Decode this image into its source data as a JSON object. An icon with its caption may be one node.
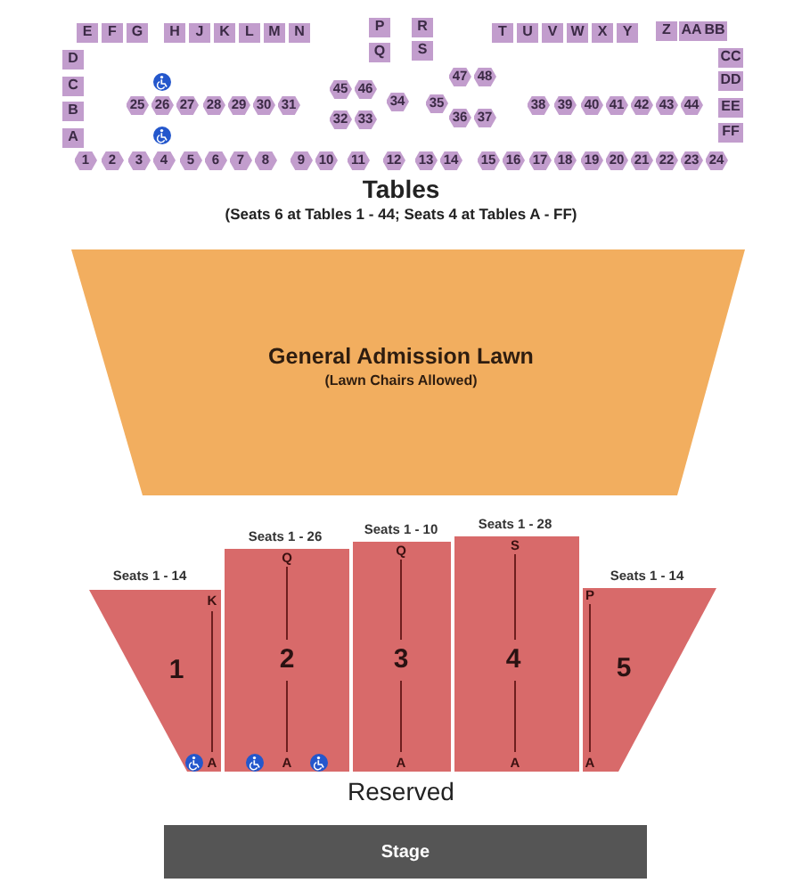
{
  "diagram": {
    "nodes": [
      {
        "text": [
          "E"
        ]
      },
      {
        "text": [
          "F"
        ]
      },
      {
        "text": [
          "G"
        ]
      },
      {
        "text": [
          "H"
        ]
      },
      {
        "text": [
          "J"
        ]
      },
      {
        "text": [
          "K"
        ]
      },
      {
        "text": [
          "L"
        ]
      },
      {
        "text": [
          "M"
        ]
      },
      {
        "text": [
          "N"
        ]
      },
      {
        "text": [
          "P"
        ]
      },
      {
        "text": [
          "R"
        ]
      },
      {
        "text": [
          "T"
        ]
      },
      {
        "text": [
          "U"
        ]
      },
      {
        "text": [
          "V"
        ]
      },
      {
        "text": [
          "W"
        ]
      },
      {
        "text": [
          "X"
        ]
      },
      {
        "text": [
          "Y"
        ]
      },
      {
        "text": [
          "Z"
        ]
      },
      {
        "text": [
          "AA"
        ]
      },
      {
        "text": [
          "BB"
        ]
      },
      {
        "text": [
          "D"
        ]
      },
      {
        "text": [
          "Q"
        ]
      },
      {
        "text": [
          "S"
        ]
      },
      {
        "text": [
          "CC"
        ]
      },
      {
        "text": [
          "C"
        ]
      },
      {
        "text": [
          "45"
        ]
      },
      {
        "text": [
          "46"
        ]
      },
      {
        "text": [
          "47"
        ]
      },
      {
        "text": [
          "48"
        ]
      },
      {
        "text": [
          "DD"
        ]
      },
      {
        "text": [
          "B"
        ]
      },
      {
        "text": [
          "25"
        ]
      },
      {
        "text": [
          "26"
        ]
      },
      {
        "text": [
          "27"
        ]
      },
      {
        "text": [
          "28"
        ]
      },
      {
        "text": [
          "29"
        ]
      },
      {
        "text": [
          "30"
        ]
      },
      {
        "text": [
          "31"
        ]
      },
      {
        "text": [
          "32"
        ]
      },
      {
        "text": [
          "33"
        ]
      },
      {
        "text": [
          "34"
        ]
      },
      {
        "text": [
          "35"
        ]
      },
      {
        "text": [
          "36"
        ]
      },
      {
        "text": [
          "37"
        ]
      },
      {
        "text": [
          "38"
        ]
      },
      {
        "text": [
          "39"
        ]
      },
      {
        "text": [
          "40"
        ]
      },
      {
        "text": [
          "41"
        ]
      },
      {
        "text": [
          "42"
        ]
      },
      {
        "text": [
          "43"
        ]
      },
      {
        "text": [
          "44"
        ]
      },
      {
        "text": [
          "EE"
        ]
      },
      {
        "text": [
          "A"
        ]
      },
      {
        "text": [
          "FF"
        ]
      },
      {
        "text": [
          "1"
        ]
      },
      {
        "text": [
          "2"
        ]
      },
      {
        "text": [
          "3"
        ]
      },
      {
        "text": [
          "4"
        ]
      },
      {
        "text": [
          "5"
        ]
      },
      {
        "text": [
          "6"
        ]
      },
      {
        "text": [
          "7"
        ]
      },
      {
        "text": [
          "8"
        ]
      },
      {
        "text": [
          "9"
        ]
      },
      {
        "text": [
          "10"
        ]
      },
      {
        "text": [
          "11"
        ]
      },
      {
        "text": [
          "12"
        ]
      },
      {
        "text": [
          "13"
        ]
      },
      {
        "text": [
          "14"
        ]
      },
      {
        "text": [
          "15"
        ]
      },
      {
        "text": [
          "16"
        ]
      },
      {
        "text": [
          "17"
        ]
      },
      {
        "text": [
          "18"
        ]
      },
      {
        "text": [
          "19"
        ]
      },
      {
        "text": [
          "20"
        ]
      },
      {
        "text": [
          "21"
        ]
      },
      {
        "text": [
          "22"
        ]
      },
      {
        "text": [
          "23"
        ]
      },
      {
        "text": [
          "24"
        ]
      },
      {
        "text": [
          "General Admission Lawn",
          "(Lawn Chairs Allowed)"
        ]
      },
      {
        "text": [
          "Seats 1 - 14",
          "K",
          "1",
          "A"
        ]
      },
      {
        "text": [
          "Seats 1 - 26",
          "Q",
          "2",
          "A"
        ]
      },
      {
        "text": [
          "Seats 1 - 10",
          "Q",
          "3",
          "A"
        ]
      },
      {
        "text": [
          "Seats 1 - 28",
          "S",
          "4",
          "A"
        ]
      },
      {
        "text": [
          "Seats 1 - 14",
          "P",
          "5",
          "A"
        ]
      },
      {
        "text": [
          "Stage"
        ]
      }
    ],
    "labels": [
      "Tables",
      "(Seats 6 at Tables 1 - 44; Seats 4 at Tables A - FF)",
      "Reserved"
    ]
  }
}
